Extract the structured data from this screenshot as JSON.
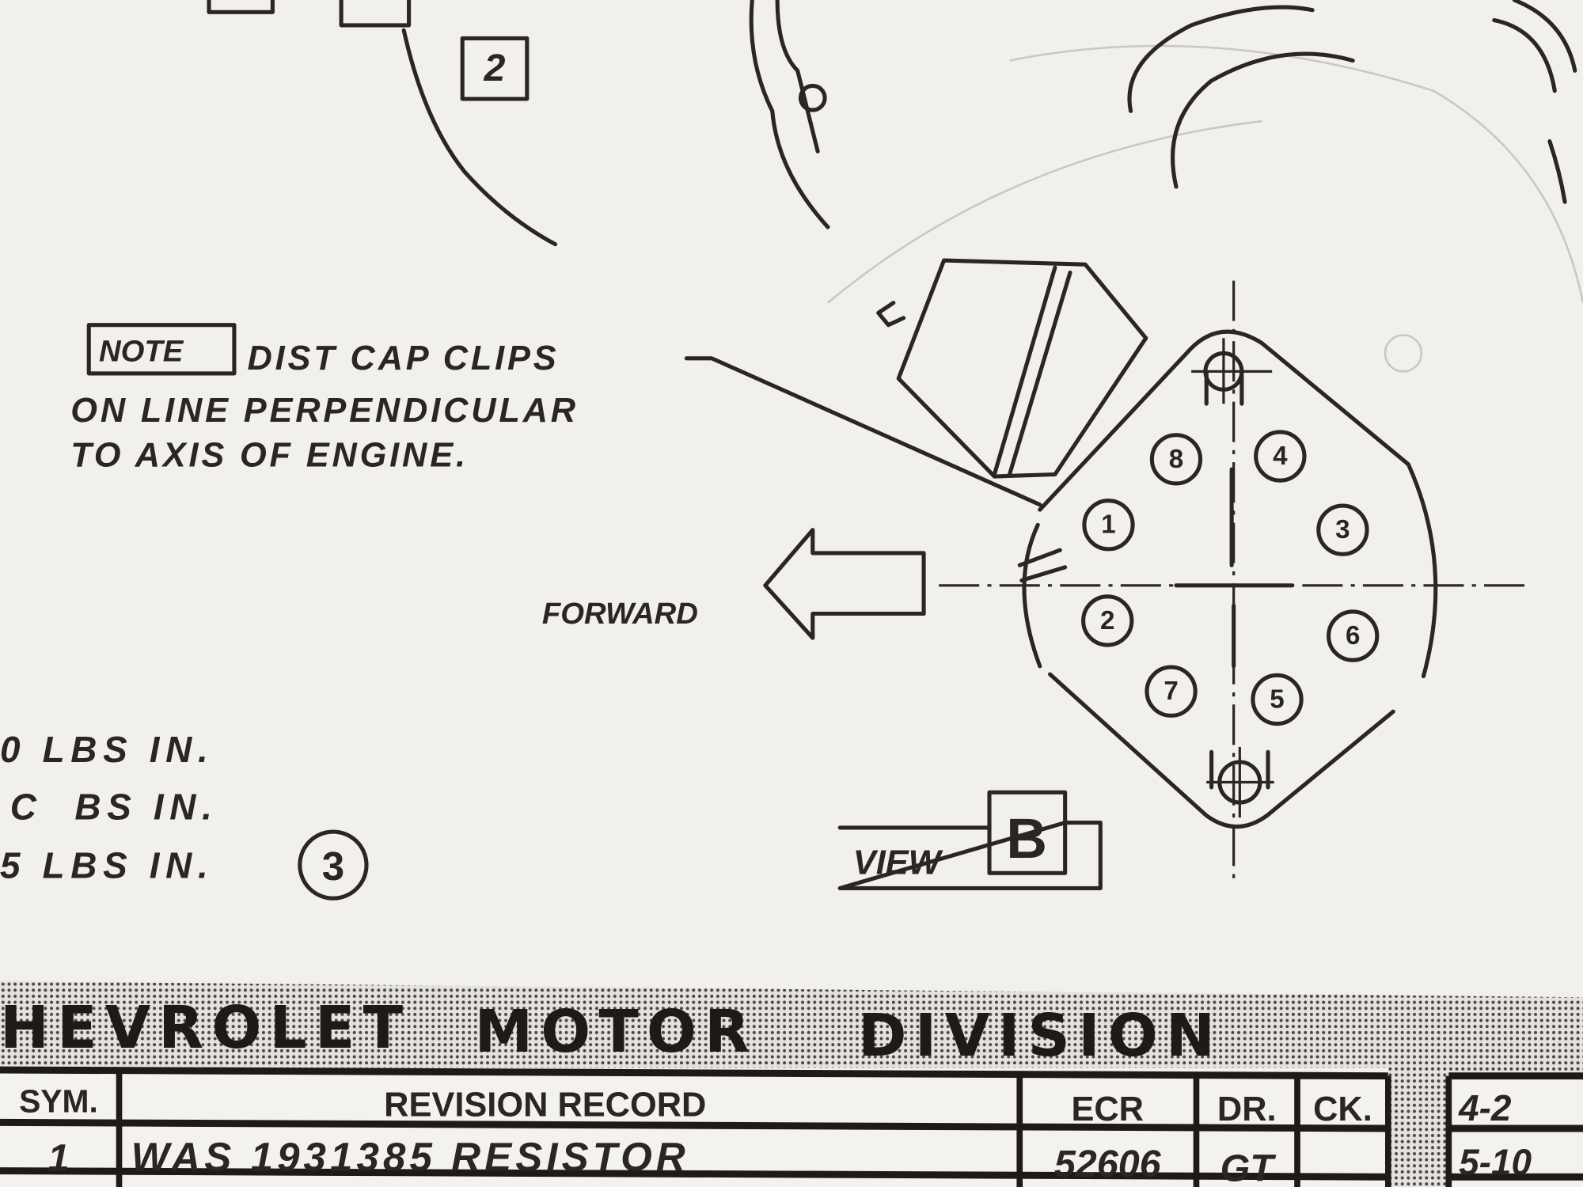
{
  "drawing": {
    "top_callout": "2",
    "note_label": "NOTE",
    "note_lines": [
      "DIST CAP CLIPS",
      "ON LINE PERPENDICULAR",
      "TO AXIS OF ENGINE."
    ],
    "forward_label": "FORWARD",
    "cylinder_numbers": [
      "8",
      "4",
      "1",
      "3",
      "2",
      "6",
      "7",
      "5"
    ],
    "view_label": "VIEW",
    "view_letter": "B",
    "torque_lines": [
      "0 LBS IN.",
      "C  BS IN.",
      "5 LBS IN."
    ],
    "torque_callout": "3"
  },
  "title_block": {
    "division_words": [
      "HEVROLET",
      "MOTOR",
      "DIVISION"
    ],
    "headers": {
      "sym": "SYM.",
      "revision": "REVISION RECORD",
      "ecr": "ECR",
      "dr": "DR.",
      "ck": "CK."
    },
    "rows": [
      {
        "sym": "1",
        "revision": "WAS 1931385 RESISTOR",
        "ecr": "52606",
        "dr": "GT",
        "ck": ""
      }
    ],
    "dates": [
      "4-2",
      "5-10"
    ]
  }
}
